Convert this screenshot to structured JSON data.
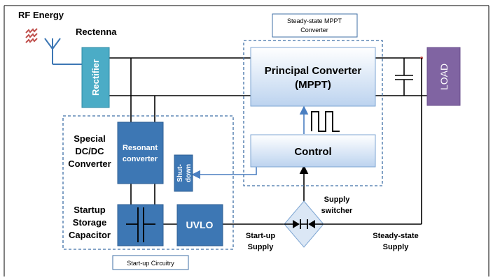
{
  "labels": {
    "rf_energy": "RF Energy",
    "rectenna": "Rectenna",
    "rectifier": "Rectifier",
    "steady_state_box_line1": "Steady-state MPPT",
    "steady_state_box_line2": "Converter",
    "principal_line1": "Principal Converter",
    "principal_line2": "(MPPT)",
    "control": "Control",
    "load": "LOAD",
    "special_line1": "Special",
    "special_line2": "DC/DC",
    "special_line3": "Converter",
    "resonant_line1": "Resonant",
    "resonant_line2": "converter",
    "shutdown_line1": "Shut-",
    "shutdown_line2": "down",
    "startup_storage_line1": "Startup",
    "startup_storage_line2": "Storage",
    "startup_storage_line3": "Capacitor",
    "uvlo": "UVLO",
    "supply_switcher_line1": "Supply",
    "supply_switcher_line2": "switcher",
    "startup_supply_line1": "Start-up",
    "startup_supply_line2": "Supply",
    "steady_supply_line1": "Steady-state",
    "steady_supply_line2": "Supply",
    "startup_circuitry": "Start-up Circuitry"
  },
  "colors": {
    "block_blue": "#3d77b4",
    "block_light": "#d5e4f6",
    "block_border": "#7ea6d3",
    "load_purple": "#8064a2",
    "dashed_border": "#3f6fa6",
    "arrow_blue": "#4a7fc1",
    "rf_red": "#c0504d",
    "wire": "#000000"
  }
}
